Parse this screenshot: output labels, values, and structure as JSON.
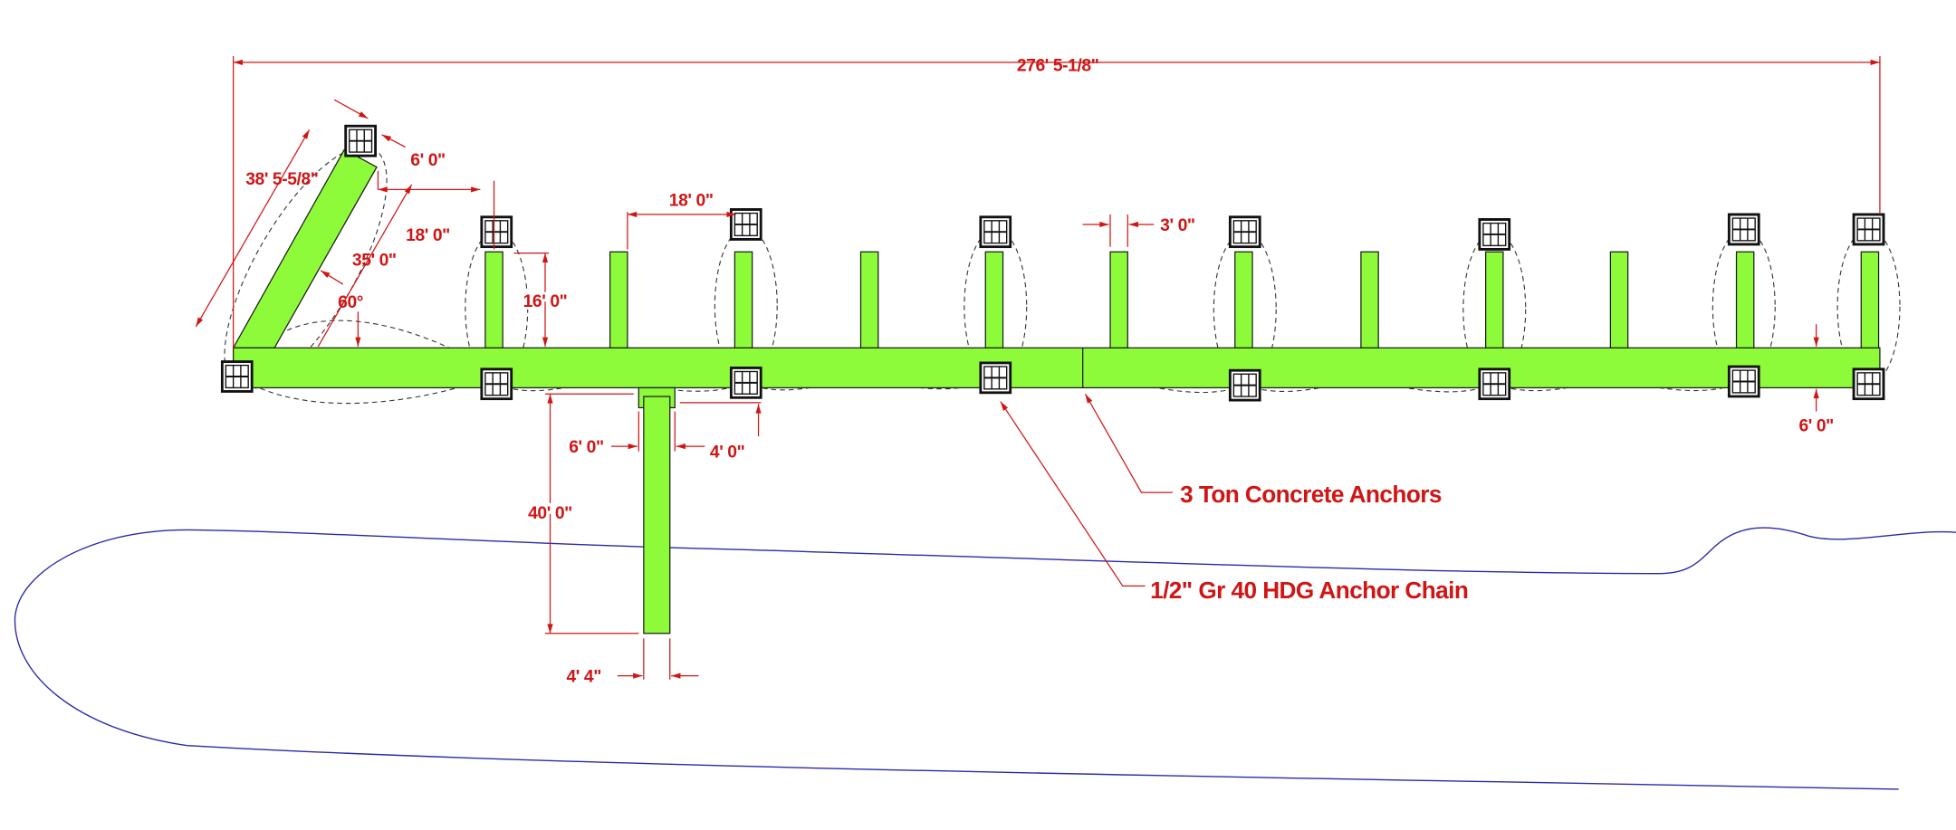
{
  "title": "Dock layout plan",
  "colors": {
    "deck": "#8efb3a",
    "dimension": "#d01515",
    "shoreline": "#2a2aa8",
    "anchor": "#111111"
  },
  "dimensions": {
    "overall_length": "276' 5-1/8\"",
    "angled_finger_length": "38' 5-5/8\"",
    "angled_finger_width": "6' 0\"",
    "angled_offset": "18' 0\"",
    "angled_inner_length": "35' 0\"",
    "angle": "60°",
    "finger_spacing": "18' 0\"",
    "finger_length": "16' 0\"",
    "finger_width": "3' 0\"",
    "main_walkway_width": "6' 0\"",
    "gangway_platform": "6' 0\"",
    "gangway_platform_depth": "4' 0\"",
    "gangway_length": "40' 0\"",
    "gangway_width": "4' 4\""
  },
  "callouts": {
    "anchors": "3 Ton Concrete Anchors",
    "chain": "1/2\" Gr 40 HDG Anchor Chain"
  }
}
